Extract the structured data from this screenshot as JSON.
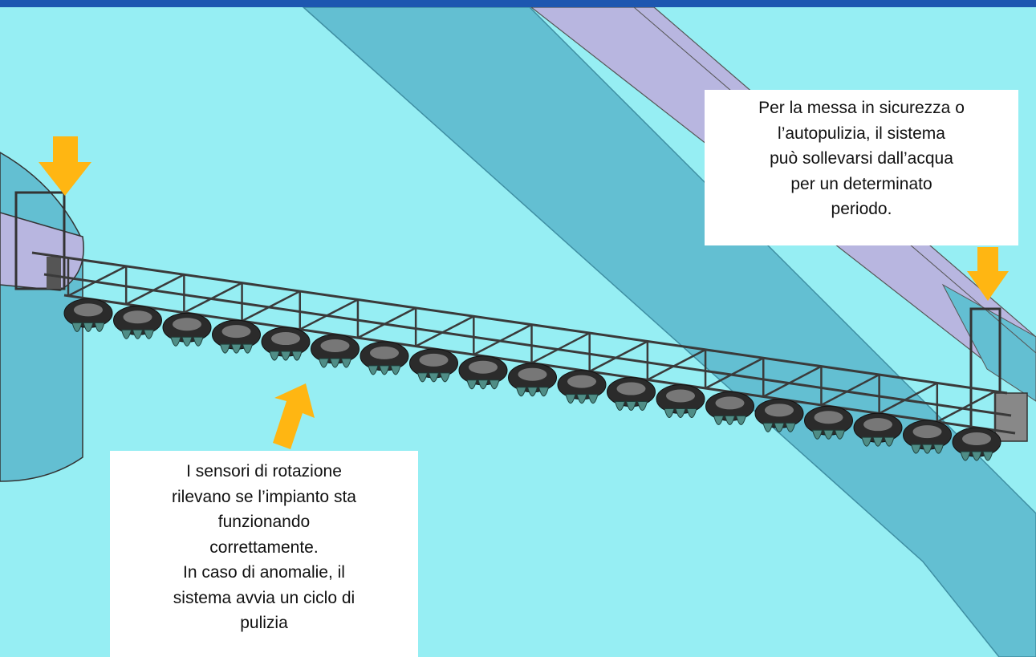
{
  "colors": {
    "water": "#96eef3",
    "channel_floor": "#63bfd2",
    "wall_face": "#b8b6e0",
    "header_bar": "#1d57b0",
    "arrow": "#ffb612",
    "frame": "#3a3a3a",
    "callout_bg": "#ffffff"
  },
  "arrows": [
    {
      "name": "arrow-down-left",
      "direction": "down"
    },
    {
      "name": "arrow-down-right",
      "direction": "down"
    },
    {
      "name": "arrow-up-diagonal",
      "direction": "up-right"
    }
  ],
  "callouts": {
    "lift": {
      "lines": [
        "Per la messa in sicurezza o",
        "l’autopulizia, il sistema",
        "può sollevarsi dall’acqua",
        "per un determinato",
        "periodo."
      ]
    },
    "sensors": {
      "lines": [
        "I sensori di rotazione",
        "rilevano se l’impianto sta",
        "funzionando",
        "correttamente.",
        "In caso di anomalie, il",
        "sistema avvia un ciclo di",
        "pulizia"
      ]
    }
  }
}
